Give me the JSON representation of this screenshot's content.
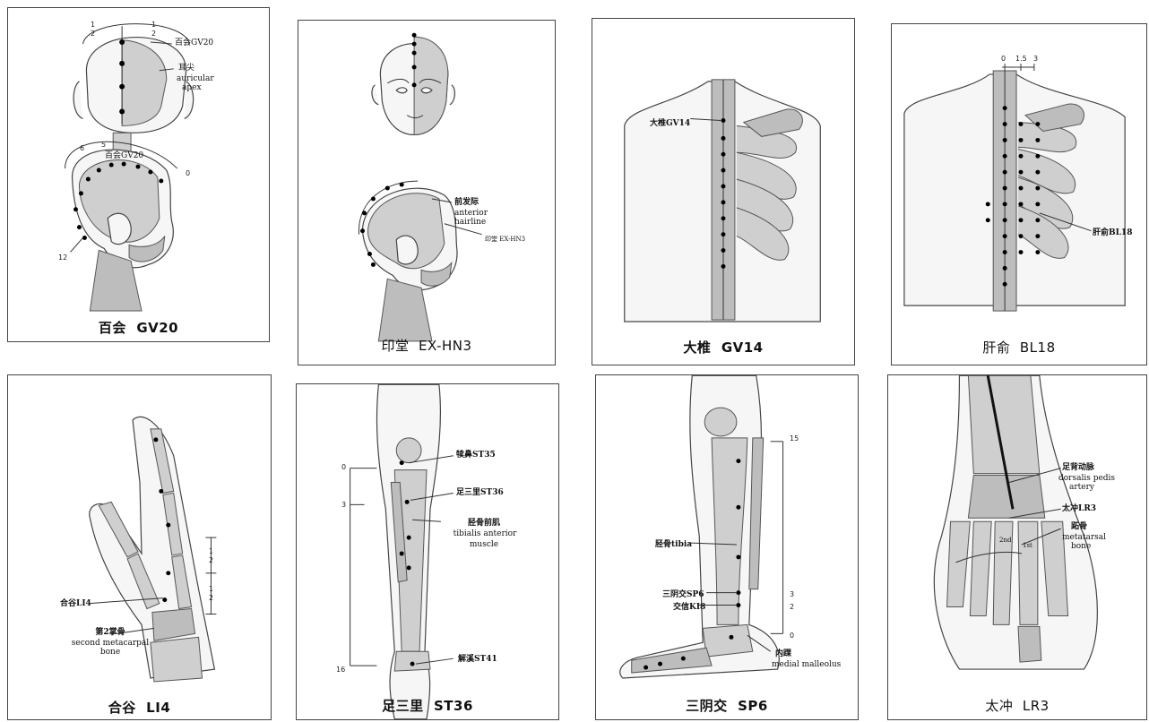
{
  "panels": [
    {
      "caption": "百会  GV20",
      "labels": {
        "gv20_top": "百会GV20",
        "auricular_cn": "耳尖",
        "auricular_en1": "auricular",
        "auricular_en2": "apex",
        "gv20_side": "百会GV20"
      },
      "ticks": {
        "t1a": "1",
        "t2a": "2",
        "t1b": "1",
        "t2b": "2",
        "t6": "6",
        "t5": "5",
        "t0": "0",
        "t12": "12"
      }
    },
    {
      "caption": "印堂  EX-HN3",
      "labels": {
        "hairline_cn": "前发际",
        "hairline_en1": "anterior",
        "hairline_en2": "hairline",
        "yintang": "印堂 EX-HN3"
      }
    },
    {
      "caption": "大椎  GV14",
      "labels": {
        "gv14": "大椎GV14"
      }
    },
    {
      "caption": "肝俞  BL18",
      "labels": {
        "bl18": "肝俞BL18"
      },
      "ticks": {
        "t0": "0",
        "t15": "1.5",
        "t3": "3"
      }
    },
    {
      "caption": "合谷  LI4",
      "labels": {
        "li4": "合谷LI4",
        "meta_cn": "第2掌骨",
        "meta_en1": "second metacarpal",
        "meta_en2": "bone"
      },
      "ticks": {
        "a1": "1",
        "a2": "2",
        "b1": "1",
        "b2": "2"
      }
    },
    {
      "caption": "足三里  ST36",
      "labels": {
        "st35": "犊鼻ST35",
        "st36": "足三里ST36",
        "tib_cn": "胫骨前肌",
        "tib_en1": "tibialis anterior",
        "tib_en2": "muscle",
        "st41": "解溪ST41"
      },
      "ticks": {
        "t0": "0",
        "t3": "3",
        "t16": "16"
      }
    },
    {
      "caption": "三阴交  SP6",
      "labels": {
        "tibia": "胫骨tibia",
        "sp6": "三阴交SP6",
        "ki8": "交信KI8",
        "mall_cn": "内踝",
        "mall_en": "medial malleolus"
      },
      "ticks": {
        "t15": "15",
        "t3": "3",
        "t2": "2",
        "t0": "0"
      }
    },
    {
      "caption": "太冲  LR3",
      "labels": {
        "dors_cn": "足背动脉",
        "dors_en1": "dorsalis pedis",
        "dors_en2": "artery",
        "lr3": "太冲LR3",
        "meta_cn": "跖骨",
        "meta_en1": "metatarsal",
        "meta_en2": "bone",
        "second": "2nd",
        "first": "1st"
      }
    }
  ]
}
